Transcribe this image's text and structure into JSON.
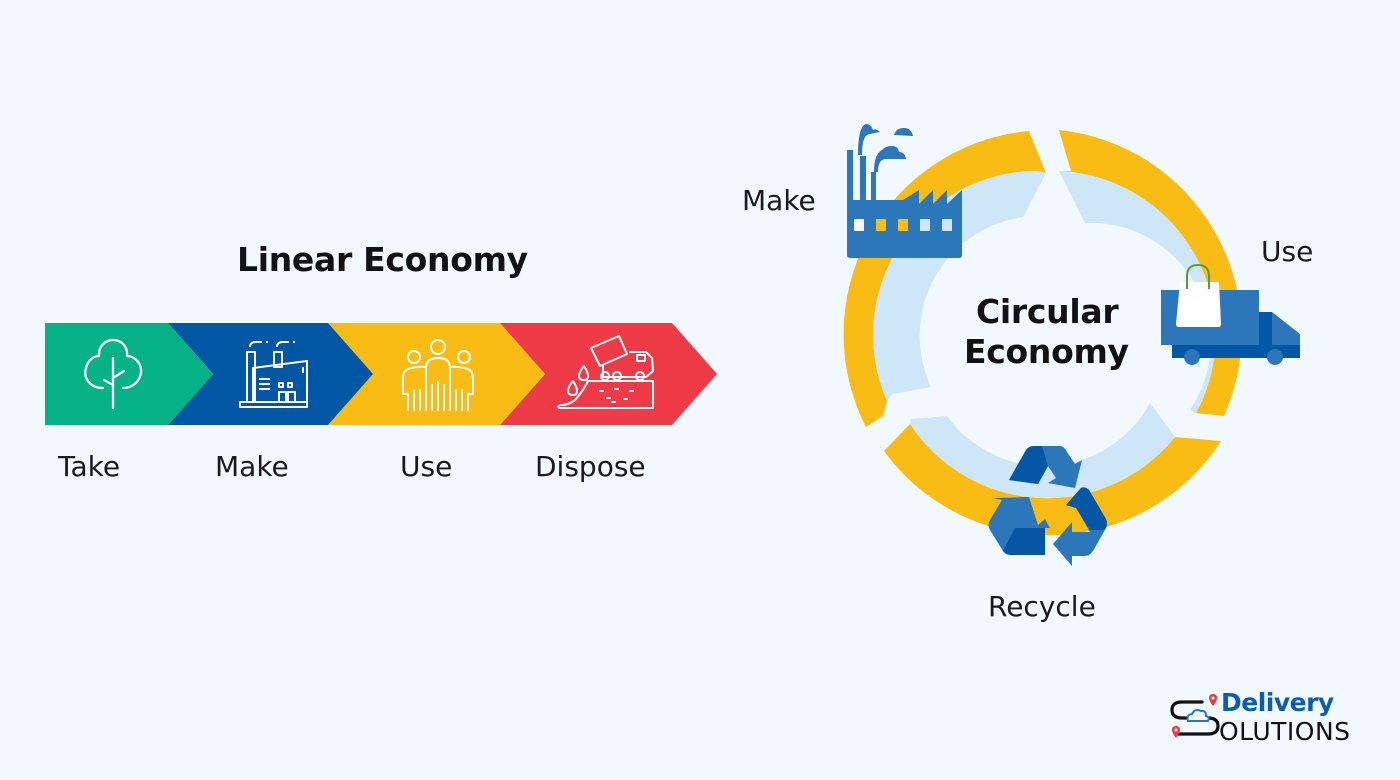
{
  "linear": {
    "title": "Linear Economy",
    "steps": [
      {
        "label": "Take",
        "icon": "tree-icon",
        "color": "#05B286"
      },
      {
        "label": "Make",
        "icon": "factory-icon",
        "color": "#0257A4"
      },
      {
        "label": "Use",
        "icon": "people-icon",
        "color": "#F9BC15"
      },
      {
        "label": "Dispose",
        "icon": "dump-truck-landfill-icon",
        "color": "#EF3B47"
      }
    ]
  },
  "circular": {
    "title_line1": "Circular",
    "title_line2": "Economy",
    "stages": [
      {
        "label": "Make",
        "icon": "factory-icon"
      },
      {
        "label": "Use",
        "icon": "delivery-truck-shopping-bag-icon"
      },
      {
        "label": "Recycle",
        "icon": "recycle-icon"
      }
    ],
    "ring_color": "#F9BC15",
    "inner_ring_color": "#CDE6F8",
    "icon_color": "#2C77BA",
    "icon_dark_color": "#0457A5"
  },
  "logo": {
    "top": "Delivery",
    "bottom": "SOLUTIONS",
    "bottom_rest": "OLUTIONS"
  },
  "colors": {
    "background": "#F1F8FE"
  }
}
